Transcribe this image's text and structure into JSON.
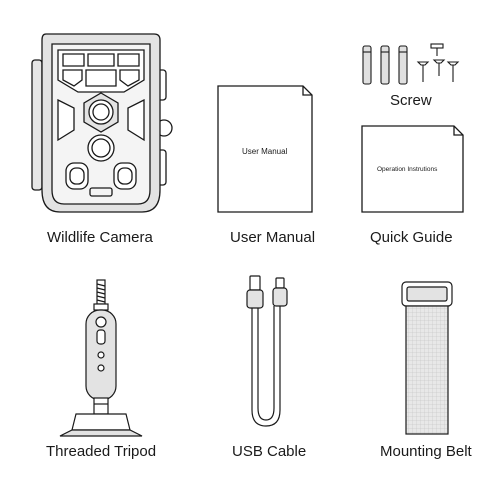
{
  "items": {
    "camera": {
      "caption": "Wildlife Camera",
      "icon": "wildlife-camera"
    },
    "manual": {
      "caption": "User Manual",
      "cover_text": "User Manual",
      "icon": "user-manual"
    },
    "screw": {
      "caption": "Screw",
      "icon": "screws"
    },
    "guide": {
      "caption": "Quick Guide",
      "cover_text": "Operation Instrutions",
      "icon": "quick-guide"
    },
    "tripod": {
      "caption": "Threaded Tripod",
      "icon": "threaded-tripod"
    },
    "usb": {
      "caption": "USB Cable",
      "icon": "usb-cable"
    },
    "belt": {
      "caption": "Mounting Belt",
      "icon": "mounting-belt"
    }
  },
  "colors": {
    "line": "#1a1a1a",
    "shade": "#d9d9d9",
    "background": "#ffffff"
  }
}
